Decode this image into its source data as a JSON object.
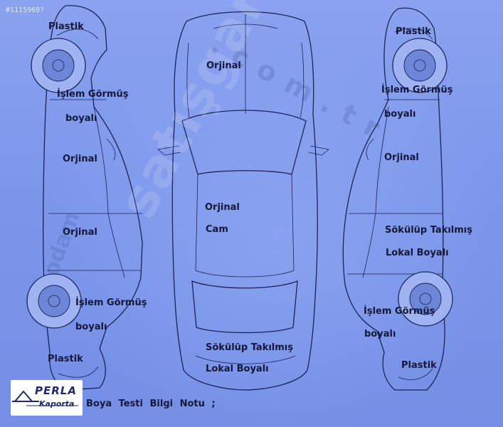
{
  "listing_id": "#1115969?",
  "watermarks": {
    "main": "satışgaranti",
    "domain": ".com.tr",
    "side": "peodam"
  },
  "views": {
    "left_side": {
      "front_bumper": "Plastik",
      "front_fender_line1": "İşlem Görmüş",
      "front_fender_line2": "boyalı",
      "front_door": "Orjinal",
      "rear_door": "Orjinal",
      "rear_fender_line1": "İşlem Görmüş",
      "rear_fender_line2": "boyalı",
      "rear_bumper": "Plastik"
    },
    "top": {
      "hood": "Orjinal",
      "roof_line1": "Orjinal",
      "roof_line2": "Cam",
      "trunk_line1": "Sökülüp Takılmış",
      "trunk_line2": "Lokal Boyalı"
    },
    "right_side": {
      "front_bumper": "Plastik",
      "front_fender_line1": "İşlem Görmüş",
      "front_fender_line2": "boyalı",
      "front_door": "Orjinal",
      "rear_door_line1": "Sökülüp Takılmış",
      "rear_door_line2": "Lokal Boyalı",
      "rear_fender_line1": "İşlem Görmüş",
      "rear_fender_line2": "boyalı",
      "rear_bumper": "Plastik"
    }
  },
  "logo": {
    "brand": "PERLA",
    "sub": "Kaporta"
  },
  "footer_note": "Boya Testi Bilgi Notu ;",
  "colors": {
    "background": "#7e98ec",
    "text": "#15183a",
    "lines": "#1b2358"
  }
}
